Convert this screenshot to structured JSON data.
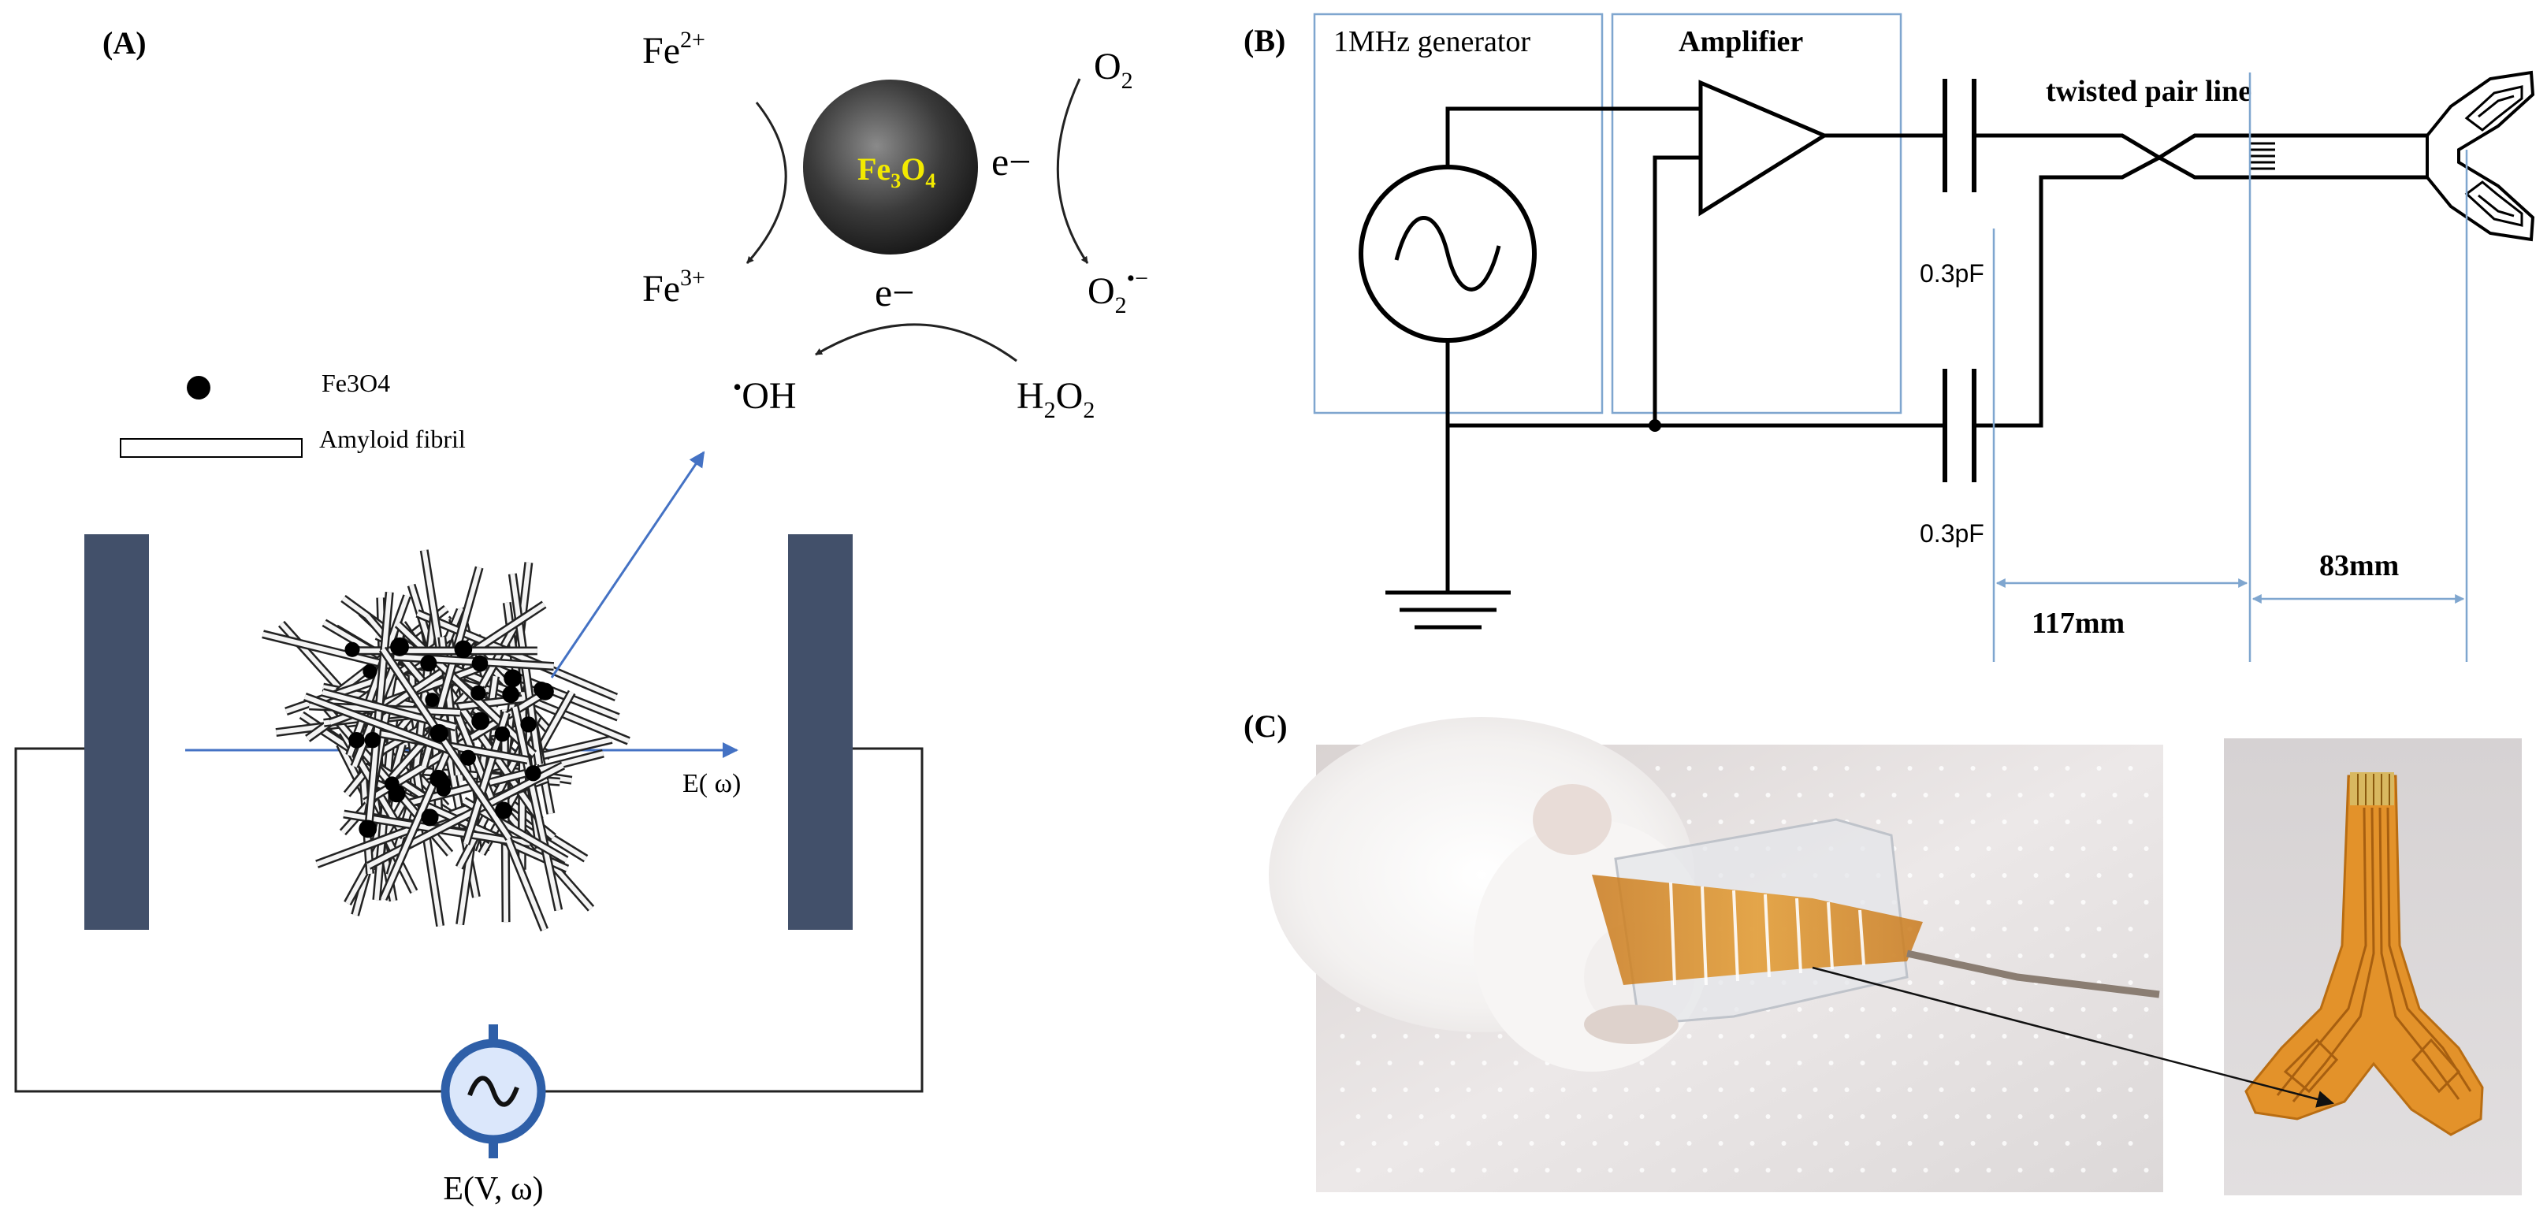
{
  "panels": {
    "a": {
      "label": "(A)",
      "reaction": {
        "fe2": "Fe",
        "fe2_sup": "2+",
        "fe3": "Fe",
        "fe3_sup": "3+",
        "o2": "O",
        "o2_sub": "2",
        "superoxide": "O",
        "superoxide_sub": "2",
        "superoxide_sup": "•−",
        "oh_dot": "•",
        "oh": "OH",
        "h2o2_a": "H",
        "h2o2_sub1": "2",
        "h2o2_b": "O",
        "h2o2_sub2": "2",
        "electron_1": "e−",
        "electron_2": "e−",
        "particle_a": "Fe",
        "particle_sub1": "3",
        "particle_b": "O",
        "particle_sub2": "4"
      },
      "legend": {
        "dot_label": "Fe3O4",
        "bar_label": "Amyloid  fibril"
      },
      "field_label": "E( ω)",
      "source_label": "E(V, ω)"
    },
    "b": {
      "label": "(B)",
      "generator_label": "1MHz generator",
      "amplifier_label": "Amplifier",
      "twisted_label": "twisted pair line",
      "cap_top_label": "0.3pF",
      "cap_bottom_label": "0.3pF",
      "dim_1": "117mm",
      "dim_2": "83mm"
    },
    "c": {
      "label": "(C)"
    }
  },
  "colors": {
    "electrode": "#42506a",
    "particle_text": "#f2ea00",
    "arrow_blue": "#4472c4",
    "box_blue": "#7fa6cf",
    "source_blue": "#2e5fa8",
    "source_fill": "#dbe7fb"
  }
}
